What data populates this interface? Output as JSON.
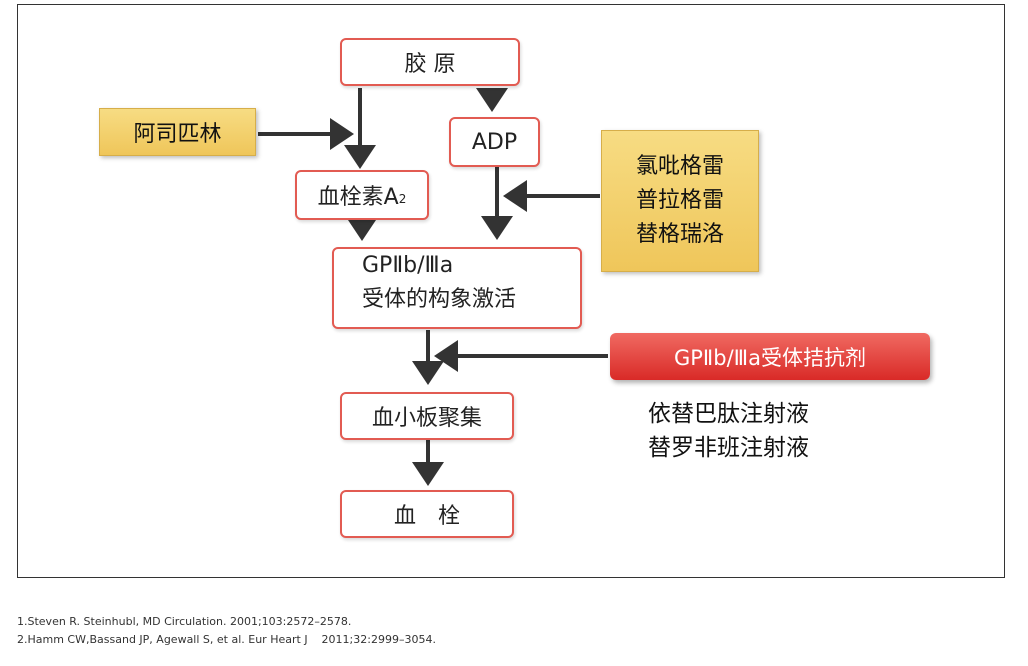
{
  "diagram": {
    "collagen": "胶 原",
    "adp": "ADP",
    "aspirin": "阿司匹林",
    "txa2_main": "血栓素A",
    "txa2_sub": "2",
    "p2y12_drugs": [
      "氯吡格雷",
      "普拉格雷",
      "替格瑞洛"
    ],
    "gp_line1": "GPⅡb/Ⅲa",
    "gp_line2": "受体的构象激活",
    "gp_antagonist": "GPⅡb/Ⅲa受体拮抗剂",
    "injections": [
      "依替巴肽注射液",
      "替罗非班注射液"
    ],
    "aggregation": "血小板聚集",
    "thrombus": "血　栓"
  },
  "references": [
    "1.Steven R. Steinhubl, MD Circulation. 2001;103:2572–2578.",
    "2.Hamm CW,Bassand JP, Agewall S, et al. Eur Heart J    2011;32:2999–3054."
  ],
  "colors": {
    "box_border": "#e25b52",
    "drug_fill": "#f2cf6a",
    "antagonist_fill": "#e0403a",
    "arrow": "#333333"
  }
}
